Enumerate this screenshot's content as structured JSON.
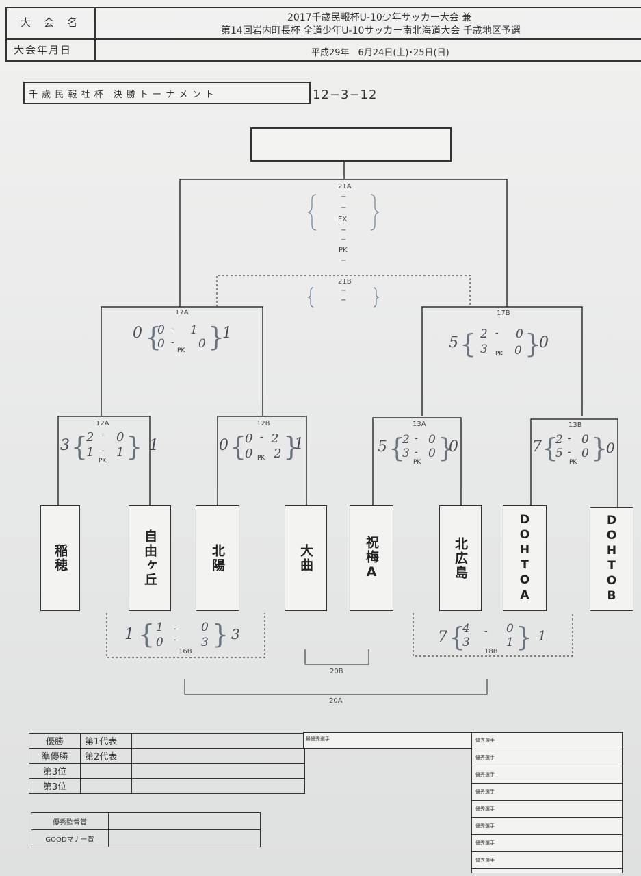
{
  "header": {
    "label_event": "大　会　名",
    "label_date": "大会年月日",
    "title_line1": "2017千歳民報杯U-10少年サッカー大会 兼",
    "title_line2": "第14回岩内町長杯 全道少年U-10サッカー南北海道大会 千歳地区予選",
    "date": "平成29年　6月24日(土)･25日(日)"
  },
  "bracket_title": "千 歳 民 報 社 杯　決 勝 ト ー ナ メ ン ト",
  "bracket_code": "12−3−12",
  "match_labels": {
    "m21a": "21A",
    "m21b": "21B",
    "m17a": "17A",
    "m17b": "17B",
    "m12a": "12A",
    "m12b": "12B",
    "m13a": "13A",
    "m13b": "13B",
    "m16b": "16B",
    "m18b": "18B",
    "m20b": "20B",
    "m20a": "20A"
  },
  "final_extra": {
    "ex": "EX",
    "pk": "PK",
    "dash": "−"
  },
  "pk_label": "PK",
  "teams": [
    "稲穂",
    "自由ヶ丘",
    "北陽",
    "大曲",
    "祝梅A",
    "北広島",
    "DOHTOA",
    "DOHTOB"
  ],
  "scores": {
    "s17a": {
      "left": "0",
      "top_l": "0",
      "top_r": "1",
      "bot_l": "0",
      "bot_r": "0",
      "right": "1"
    },
    "s17b": {
      "left": "5",
      "top_l": "2",
      "top_r": "0",
      "bot_l": "3",
      "bot_r": "0",
      "right": "0"
    },
    "s12a": {
      "left": "3",
      "top_l": "2",
      "top_r": "0",
      "bot_l": "1",
      "bot_r": "1",
      "right": "1"
    },
    "s12b": {
      "left": "0",
      "top_l": "0",
      "top_r": "2",
      "bot_l": "0",
      "bot_r": "2",
      "right": "1"
    },
    "s13a": {
      "left": "5",
      "top_l": "2",
      "top_r": "0",
      "bot_l": "3",
      "bot_r": "0",
      "right": "0"
    },
    "s13b": {
      "left": "7",
      "top_l": "2",
      "top_r": "0",
      "bot_l": "5",
      "bot_r": "0",
      "right": "0"
    },
    "s16b": {
      "left": "1",
      "top_l": "1",
      "top_r": "0",
      "bot_l": "0",
      "bot_r": "3",
      "right": "3"
    },
    "s18b": {
      "left": "7",
      "top_l": "4",
      "top_r": "0",
      "bot_l": "3",
      "bot_r": "1",
      "right": "1"
    }
  },
  "results": {
    "rows": [
      {
        "place": "優勝",
        "rep": "第1代表"
      },
      {
        "place": "準優勝",
        "rep": "第2代表"
      },
      {
        "place": "第3位",
        "rep": ""
      },
      {
        "place": "第3位",
        "rep": ""
      }
    ],
    "mvp_label": "最優秀選手",
    "excellent_label": "優秀選手",
    "coach_award": "優秀監督賞",
    "manner_award": "GOODマナー賞"
  }
}
